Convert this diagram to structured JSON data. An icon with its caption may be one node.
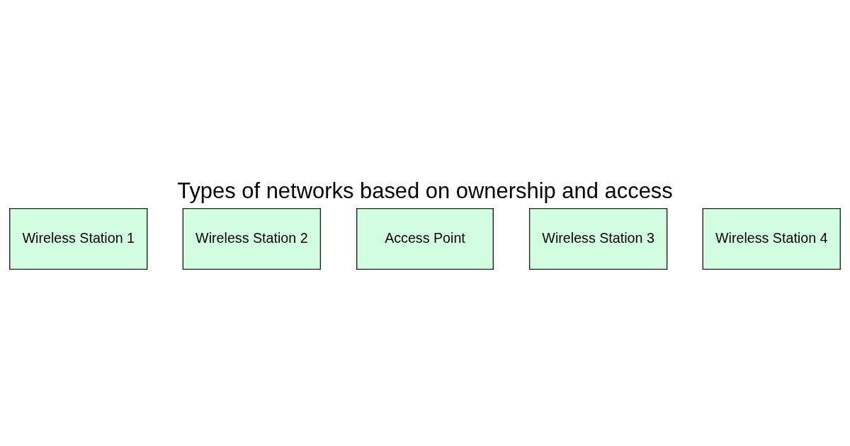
{
  "diagram": {
    "title": "Types of networks based on ownership and access",
    "nodes": [
      {
        "text": [
          "Wireless Station 1"
        ]
      },
      {
        "text": [
          "Wireless Station 2"
        ]
      },
      {
        "text": [
          "Access Point"
        ]
      },
      {
        "text": [
          "Wireless Station 3"
        ]
      },
      {
        "text": [
          "Wireless Station 4"
        ]
      }
    ],
    "edges": []
  }
}
